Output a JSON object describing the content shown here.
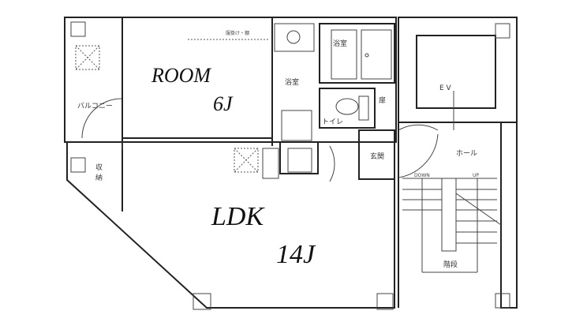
{
  "rooms": {
    "room": {
      "name": "ROOM",
      "size": "6J"
    },
    "ldk": {
      "name": "LDK",
      "size": "14J"
    },
    "balcony": "バルコニー",
    "storage": [
      "収",
      "納"
    ],
    "closet": "服掛け・棚",
    "washroom": "浴室",
    "bathroom": "浴室",
    "toilet": "トイレ",
    "shoe_cabinet": "扉",
    "entrance": "玄関",
    "hall": "ホール",
    "elevator": "E V",
    "stairs": "階段",
    "stair_down": "DOWN",
    "stair_up": "UP"
  }
}
